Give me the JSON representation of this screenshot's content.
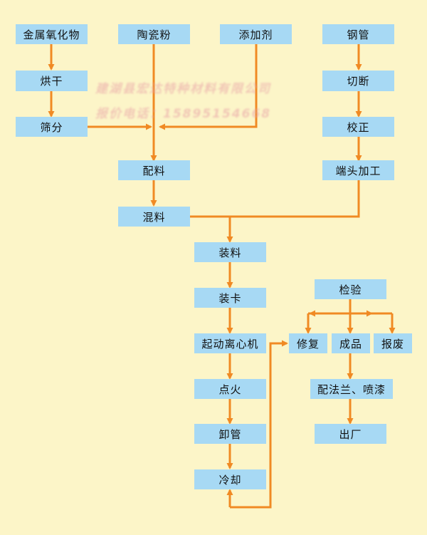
{
  "colors": {
    "background": "#FCF5C8",
    "box": "#A7D9F4",
    "arrow": "#F08A24",
    "watermark": "#E8A0A6"
  },
  "boxes": {
    "metal_oxide": "金属氧化物",
    "ceramic_powder": "陶瓷粉",
    "additive": "添加剂",
    "steel_pipe": "钢管",
    "drying": "烘干",
    "sieving": "筛分",
    "cutting": "切断",
    "straightening": "校正",
    "proportioning": "配料",
    "end_machining": "端头加工",
    "mixing": "混料",
    "loading": "装料",
    "clamping": "装卡",
    "start_centrifuge": "起动离心机",
    "ignition": "点火",
    "unload_pipe": "卸管",
    "cooling": "冷却",
    "inspection": "检验",
    "repair": "修复",
    "finished_product": "成品",
    "scrap": "报废",
    "flange_spray": "配法兰、喷漆",
    "leave_factory": "出厂"
  },
  "watermark": {
    "company": "建湖县宏达特种材料有限公司",
    "phone": "报价电话：15895154668"
  }
}
